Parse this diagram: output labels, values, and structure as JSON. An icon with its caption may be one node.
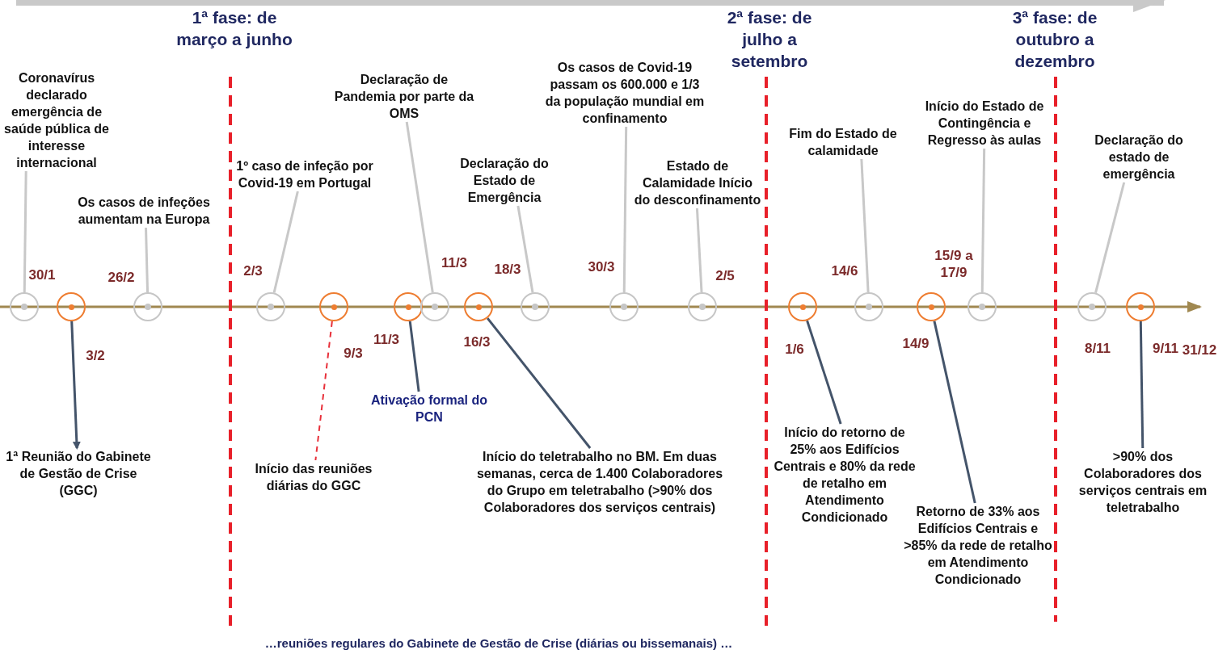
{
  "diagram": {
    "nodes": [
      {
        "text": [
          "Coronavírus declarado emergência de saúde pública de interesse internacional"
        ]
      },
      {
        "text": [],
        "shape": "circle",
        "beside": [
          "30/1"
        ]
      },
      {
        "text": [],
        "shape": "circle",
        "beside": [
          "3/2"
        ]
      },
      {
        "text": [
          "1ª Reunião do Gabinete de Gestão de Crise (GGC)"
        ]
      },
      {
        "text": [
          "Os casos de infeções aumentam na Europa"
        ]
      },
      {
        "text": [],
        "shape": "circle",
        "beside": [
          "26/2"
        ]
      },
      {
        "text": [
          "1º caso de infeção por Covid-19 em Portugal"
        ]
      },
      {
        "text": [],
        "shape": "circle",
        "beside": [
          "2/3"
        ]
      },
      {
        "text": [],
        "shape": "circle",
        "beside": [
          "9/3"
        ]
      },
      {
        "text": [
          "Início das reuniões diárias do GGC"
        ]
      },
      {
        "text": [],
        "shape": "circle",
        "beside": [
          "11/3"
        ]
      },
      {
        "text": [
          "Ativação formal do PCN"
        ]
      },
      {
        "text": [
          "Declaração de Pandemia por parte da OMS"
        ]
      },
      {
        "text": [],
        "shape": "circle",
        "beside": [
          "11/3"
        ]
      },
      {
        "text": [],
        "shape": "circle",
        "beside": [
          "16/3"
        ]
      },
      {
        "text": [
          "Início do teletrabalho no BM. Em duas semanas, cerca de 1.400 Colaboradores do Grupo em teletrabalho (>90% dos Colaboradores dos serviços centrais)"
        ]
      },
      {
        "text": [
          "Declaração do Estado de Emergência"
        ]
      },
      {
        "text": [],
        "shape": "circle",
        "beside": [
          "18/3"
        ]
      },
      {
        "text": [
          "Os casos de Covid-19 passam os 600.000 e 1/3 da população mundial em confinamento"
        ]
      },
      {
        "text": [],
        "shape": "circle",
        "beside": [
          "30/3"
        ]
      },
      {
        "text": [
          "Estado de Calamidade Início do desconfinamento"
        ]
      },
      {
        "text": [],
        "shape": "circle",
        "beside": [
          "2/5"
        ]
      },
      {
        "text": [],
        "shape": "circle",
        "beside": [
          "1/6"
        ]
      },
      {
        "text": [
          "Início do retorno de 25% aos Edifícios Centrais e 80% da rede de retalho em Atendimento Condicionado"
        ]
      },
      {
        "text": [
          "Fim do Estado de calamidade"
        ]
      },
      {
        "text": [],
        "shape": "circle",
        "beside": [
          "14/6"
        ]
      },
      {
        "text": [],
        "shape": "circle",
        "beside": [
          "14/9"
        ]
      },
      {
        "text": [
          "Retorno de 33% aos Edifícios Centrais e >85% da rede de retalho em Atendimento Condicionado"
        ]
      },
      {
        "text": [
          "Início do Estado de Contingência e Regresso às aulas"
        ]
      },
      {
        "text": [],
        "shape": "circle",
        "beside": [
          "15/9 a 17/9"
        ]
      },
      {
        "text": [
          "Declaração do estado de emergência"
        ]
      },
      {
        "text": [],
        "shape": "circle",
        "beside": [
          "8/11"
        ]
      },
      {
        "text": [],
        "shape": "circle",
        "beside": [
          "9/11"
        ]
      },
      {
        "text": [
          ">90% dos Colaboradores dos serviços centrais em teletrabalho"
        ]
      }
    ],
    "edges": [
      {
        "from": 0,
        "to": 1,
        "arrow": "none"
      },
      {
        "from": 2,
        "to": 3,
        "arrow": "to",
        "color": "#44546a"
      },
      {
        "from": 4,
        "to": 5,
        "arrow": "none"
      },
      {
        "from": 6,
        "to": 7,
        "arrow": "none"
      },
      {
        "from": 8,
        "to": 9,
        "arrow": "none",
        "style": "dashed",
        "color": "#e8303a"
      },
      {
        "from": 10,
        "to": 11,
        "arrow": "none",
        "color": "#44546a"
      },
      {
        "from": 12,
        "to": 13,
        "arrow": "none"
      },
      {
        "from": 14,
        "to": 15,
        "arrow": "none",
        "color": "#44546a"
      },
      {
        "from": 16,
        "to": 17,
        "arrow": "none"
      },
      {
        "from": 18,
        "to": 19,
        "arrow": "none"
      },
      {
        "from": 20,
        "to": 21,
        "arrow": "none"
      },
      {
        "from": 22,
        "to": 23,
        "arrow": "none",
        "color": "#44546a"
      },
      {
        "from": 24,
        "to": 25,
        "arrow": "none"
      },
      {
        "from": 26,
        "to": 27,
        "arrow": "none",
        "color": "#44546a"
      },
      {
        "from": 28,
        "to": 29,
        "arrow": "none"
      },
      {
        "from": 30,
        "to": 31,
        "arrow": "none"
      },
      {
        "from": 32,
        "to": 33,
        "arrow": "none",
        "color": "#44546a"
      }
    ],
    "labels": [
      "1ª fase: de março a junho",
      "2ª fase: de julho a setembro",
      "3ª fase: de outubro a dezembro",
      "31/12",
      "…reuniões regulares do Gabinete de Gestão de Crise (diárias ou bissemanais) …"
    ]
  }
}
